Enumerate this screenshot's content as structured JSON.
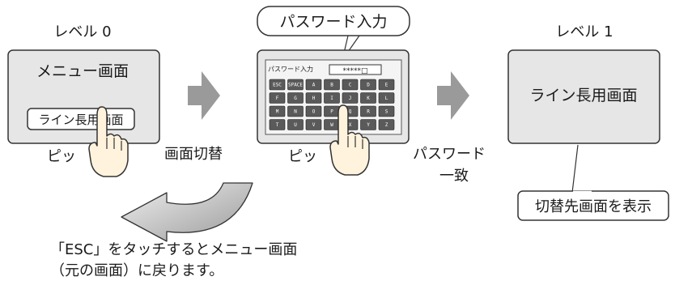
{
  "level0": {
    "label": "レベル 0",
    "screen_title": "メニュー画面",
    "button_label": "ライン長用画面",
    "tap_text": "ピッ"
  },
  "transition_label": "画面切替",
  "password_screen": {
    "callout_label": "パスワード入力",
    "input_title": "パスワード入力",
    "masked_value": "*****□",
    "keys": [
      [
        "ESC",
        "SPACE",
        "A",
        "B",
        "C",
        "D",
        "E"
      ],
      [
        "F",
        "G",
        "H",
        "I",
        "J",
        "K",
        "L"
      ],
      [
        "M",
        "N",
        "O",
        "P",
        "Q",
        "R",
        "S"
      ],
      [
        "T",
        "U",
        "V",
        "W",
        "X",
        "Y",
        "Z"
      ]
    ],
    "tap_text": "ピッ"
  },
  "match_label_1": "パスワード",
  "match_label_2": "一致",
  "level1": {
    "label": "レベル 1",
    "screen_title": "ライン長用画面"
  },
  "switch_callout": "切替先画面を表示",
  "esc_note_line1": "「ESC」をタッチするとメニュー画面",
  "esc_note_line2": "（元の画面）に戻ります。",
  "colors": {
    "panel_fill": "#e6e6e6",
    "screen_fill": "#f4f4f4",
    "arrow_fill": "#9a9a9a",
    "key_fill": "#5a5a5a",
    "outline": "#333333"
  }
}
